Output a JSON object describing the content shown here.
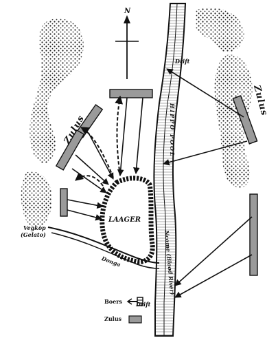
{
  "compass": {
    "north_label": "N"
  },
  "labels": {
    "laager": "LAAGER",
    "hippo_pool": "HIPPO POOL",
    "river": "Ncome (Blood River)",
    "drift_top": "Drift",
    "drift_bottom": "Drift",
    "donga": "Donga",
    "vegkop": "Vegkop",
    "gelato": "(Gelato)",
    "zulus_left": "Zulus",
    "zulus_right": "Zulus"
  },
  "legend": {
    "items": [
      {
        "label": "Boers",
        "symbol": "boers-symbol"
      },
      {
        "label": "Zulus",
        "symbol": "zulus-symbol"
      }
    ]
  },
  "colors": {
    "ink": "#111111",
    "zulu_fill": "#9a9a9a",
    "paper": "#ffffff"
  }
}
